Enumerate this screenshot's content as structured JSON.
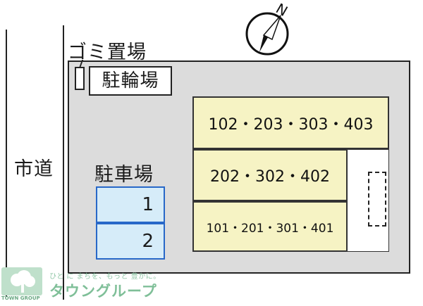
{
  "compass": {
    "north_label": "N"
  },
  "road": {
    "label": "市道"
  },
  "garbage": {
    "label": "ゴミ置場"
  },
  "bicycle": {
    "label": "駐輪場"
  },
  "parking": {
    "label": "駐車場",
    "stalls": [
      "1",
      "2"
    ]
  },
  "buildings": [
    {
      "units": "102・203・303・403"
    },
    {
      "units": "202・302・402"
    },
    {
      "units": "101・201・301・401"
    }
  ],
  "watermark": {
    "caption": "ひと に まちを、もっと 豊かに。",
    "company": "タウングループ",
    "logo_text": "TOWN GROUP"
  },
  "colors": {
    "lot": "#dcdcdc",
    "building": "#f6f3c4",
    "parking": "#d6ecf9",
    "parking_border": "#2868c8",
    "watermark": "#7fbf98"
  }
}
